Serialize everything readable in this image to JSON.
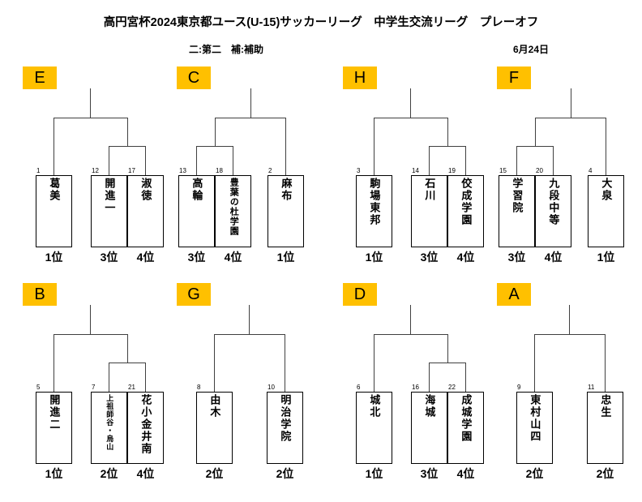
{
  "title": "高円宮杯2024東京都ユース(U-15)サッカーリーグ　中学生交流リーグ　プレーオフ",
  "legend": "二:第二　補:補助",
  "date": "6月24日",
  "colors": {
    "group_label_bg": "#FFC000",
    "connector_line": "#404040",
    "text": "#000000"
  },
  "brackets": [
    {
      "letter": "E",
      "type": "pair-right",
      "teams": [
        {
          "num": "1",
          "name": "葛美",
          "rank": "1位"
        },
        {
          "num": "12",
          "name": "開進一",
          "rank": "3位"
        },
        {
          "num": "17",
          "name": "淑徳",
          "rank": "4位"
        }
      ]
    },
    {
      "letter": "C",
      "type": "pair-left",
      "teams": [
        {
          "num": "13",
          "name": "高輪",
          "rank": "3位"
        },
        {
          "num": "18",
          "name": "豊葉の杜学園",
          "rank": "4位"
        },
        {
          "num": "2",
          "name": "麻布",
          "rank": "1位"
        }
      ]
    },
    {
      "letter": "H",
      "type": "pair-right",
      "teams": [
        {
          "num": "3",
          "name": "駒場東邦",
          "rank": "1位"
        },
        {
          "num": "14",
          "name": "石川",
          "rank": "3位"
        },
        {
          "num": "19",
          "name": "佼成学園",
          "rank": "4位"
        }
      ]
    },
    {
      "letter": "F",
      "type": "pair-left",
      "teams": [
        {
          "num": "15",
          "name": "学習院",
          "rank": "3位"
        },
        {
          "num": "20",
          "name": "九段中等",
          "rank": "4位"
        },
        {
          "num": "4",
          "name": "大泉",
          "rank": "1位"
        }
      ]
    },
    {
      "letter": "B",
      "type": "pair-right",
      "teams": [
        {
          "num": "5",
          "name": "開進二",
          "rank": "1位"
        },
        {
          "num": "7",
          "name": "上祖師谷・烏山",
          "rank": "2位"
        },
        {
          "num": "21",
          "name": "花小金井南",
          "rank": "4位"
        }
      ]
    },
    {
      "letter": "G",
      "type": "two",
      "teams": [
        {
          "num": "8",
          "name": "由木",
          "rank": "2位"
        },
        {
          "num": "10",
          "name": "明治学院",
          "rank": "2位"
        }
      ]
    },
    {
      "letter": "D",
      "type": "pair-right",
      "teams": [
        {
          "num": "6",
          "name": "城北",
          "rank": "1位"
        },
        {
          "num": "16",
          "name": "海城",
          "rank": "3位"
        },
        {
          "num": "22",
          "name": "成城学園",
          "rank": "4位"
        }
      ]
    },
    {
      "letter": "A",
      "type": "two",
      "teams": [
        {
          "num": "9",
          "name": "東村山四",
          "rank": "2位"
        },
        {
          "num": "11",
          "name": "忠生",
          "rank": "2位"
        }
      ]
    }
  ]
}
